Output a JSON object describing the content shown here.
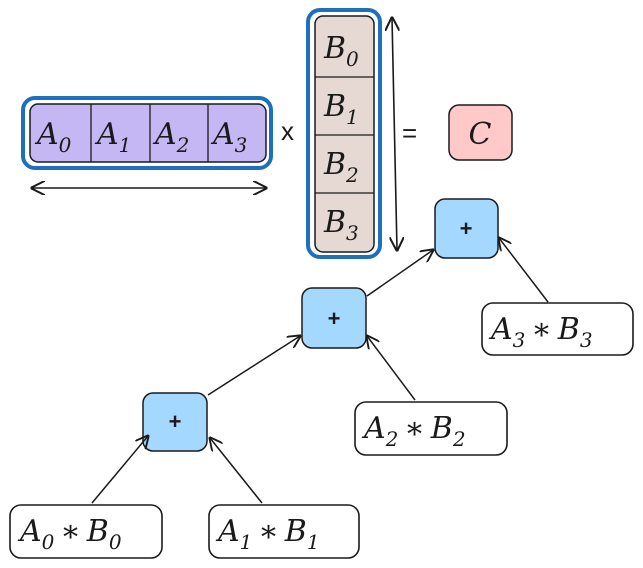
{
  "vector_a": {
    "cells": [
      {
        "base": "A",
        "sub": "0"
      },
      {
        "base": "A",
        "sub": "1"
      },
      {
        "base": "A",
        "sub": "2"
      },
      {
        "base": "A",
        "sub": "3"
      }
    ],
    "fill": "#c5b6f4",
    "outline": "#1f6fbf"
  },
  "vector_b": {
    "cells": [
      {
        "base": "B",
        "sub": "0"
      },
      {
        "base": "B",
        "sub": "1"
      },
      {
        "base": "B",
        "sub": "2"
      },
      {
        "base": "B",
        "sub": "3"
      }
    ],
    "fill": "#e6d9d3",
    "outline": "#1f6fbf"
  },
  "ops": {
    "multiply": "x",
    "equals": "="
  },
  "result": {
    "label": "C",
    "fill": "#ffc9c9"
  },
  "adders": [
    {
      "label": "+",
      "fill": "#a5d8ff"
    },
    {
      "label": "+",
      "fill": "#a5d8ff"
    },
    {
      "label": "+",
      "fill": "#a5d8ff"
    }
  ],
  "products": [
    {
      "a": "A",
      "a_sub": "0",
      "op": "∗",
      "b": "B",
      "b_sub": "0"
    },
    {
      "a": "A",
      "a_sub": "1",
      "op": "∗",
      "b": "B",
      "b_sub": "1"
    },
    {
      "a": "A",
      "a_sub": "2",
      "op": "∗",
      "b": "B",
      "b_sub": "2"
    },
    {
      "a": "A",
      "a_sub": "3",
      "op": "∗",
      "b": "B",
      "b_sub": "3"
    }
  ]
}
